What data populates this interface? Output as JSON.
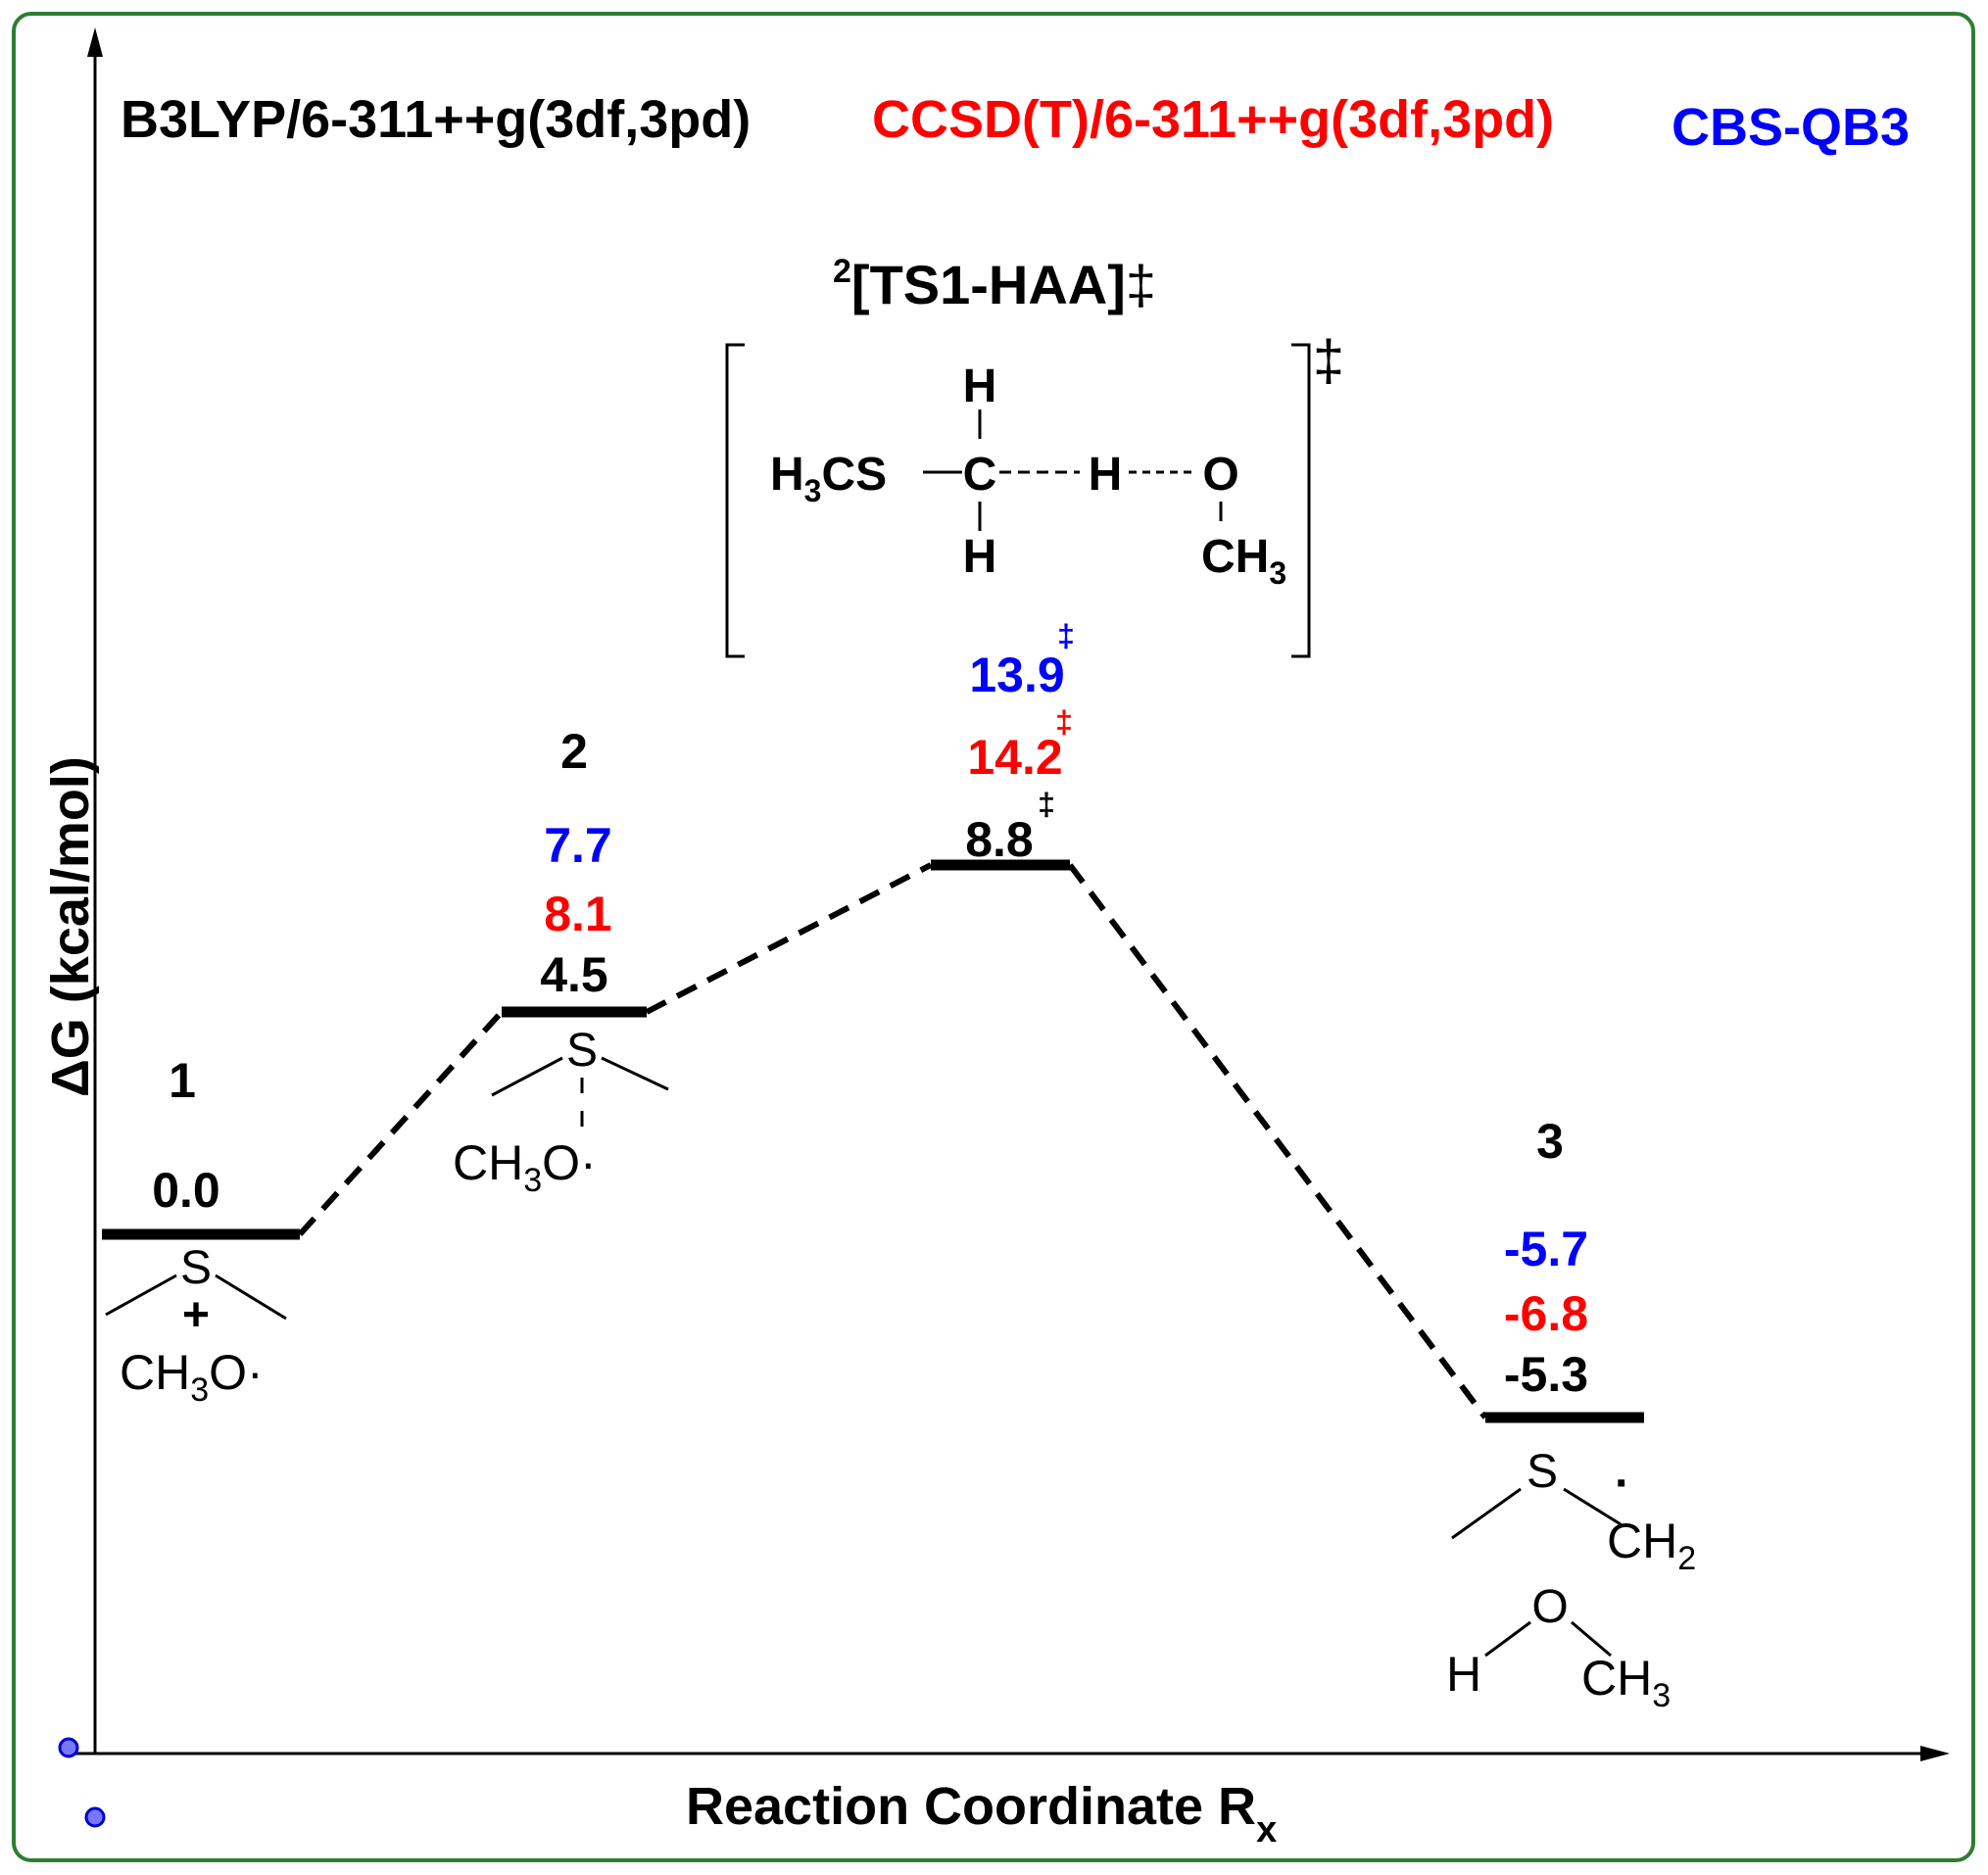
{
  "legend": {
    "b3lyp": "B3LYP/6-311++g(3df,3pd)",
    "ccsdt": "CCSD(T)/6-311++g(3df,3pd)",
    "cbs": "CBS-QB3"
  },
  "colors": {
    "frame": "#2e7d32",
    "b3lyp": "#000000",
    "ccsdt": "#ff0000",
    "cbs": "#0000ff"
  },
  "axes": {
    "ylabel": "ΔG (kcal/mol)",
    "xlabel_main": "Reaction Coordinate R",
    "xlabel_sub": "x"
  },
  "ts": {
    "label_sup": "2",
    "label_main": "[TS1-HAA]",
    "dagger": "‡",
    "structure": {
      "h3cs": "H",
      "h3cs_sub": "3",
      "h3cs_rest": "CS",
      "c": "C",
      "h_top": "H",
      "h_bottom": "H",
      "h_mid": "H",
      "o": "O",
      "ch3": "CH",
      "ch3_sub": "3"
    }
  },
  "states": [
    {
      "id": "1",
      "label": "1",
      "b3lyp": "0.0",
      "ccsdt": "",
      "cbs": "",
      "b3lyp_value": 0.0
    },
    {
      "id": "2",
      "label": "2",
      "b3lyp": "4.5",
      "ccsdt": "8.1",
      "cbs": "7.7",
      "b3lyp_value": 4.5
    },
    {
      "id": "ts1",
      "label": "",
      "b3lyp": "8.8",
      "ccsdt": "14.2",
      "cbs": "13.9",
      "dagger": "‡",
      "b3lyp_value": 8.8
    },
    {
      "id": "3",
      "label": "3",
      "b3lyp": "-5.3",
      "ccsdt": "-6.8",
      "cbs": "-5.7",
      "b3lyp_value": -5.3
    }
  ],
  "molecules": {
    "m1": {
      "s": "S",
      "plus": "+",
      "ch3o": "CH",
      "sub": "3",
      "o": "O·"
    },
    "m2": {
      "s": "S",
      "ch3o": "CH",
      "sub": "3",
      "o": "O·"
    },
    "m3": {
      "s": "S",
      "ch2": "CH",
      "ch2_sub": "2",
      "dot": "·",
      "o": "O",
      "h": "H",
      "ch3": "CH",
      "ch3_sub": "3"
    }
  }
}
